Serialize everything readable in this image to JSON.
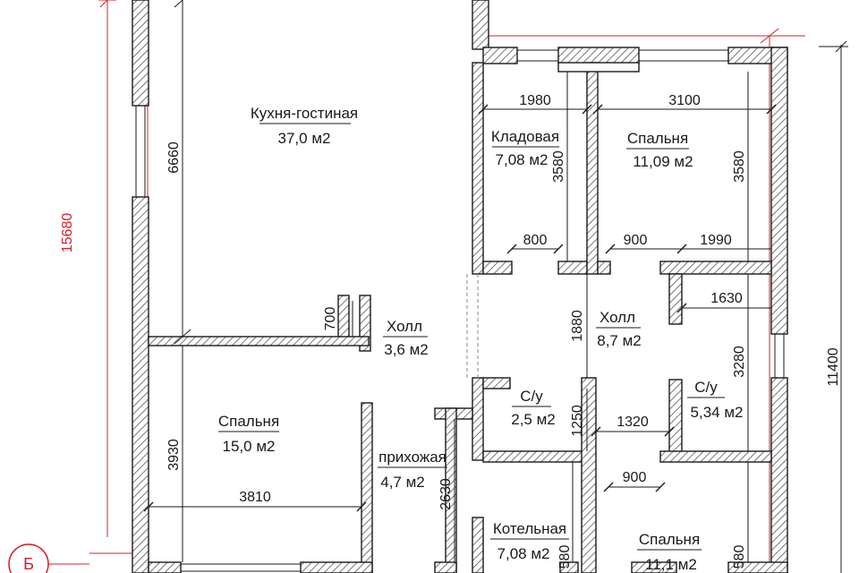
{
  "colors": {
    "wall": "#1a1a1a",
    "hatch": "#555555",
    "dim": "#1a1a1a",
    "axis": "#d4202a"
  },
  "rooms": [
    {
      "id": "kitchen",
      "name": "Кухня-гостиная",
      "area": "37,0 м2"
    },
    {
      "id": "pantry",
      "name": "Кладовая",
      "area": "7,08 м2"
    },
    {
      "id": "bedroom_ne",
      "name": "Спальня",
      "area": "11,09 м2"
    },
    {
      "id": "hall_small",
      "name": "Холл",
      "area": "3,6 м2"
    },
    {
      "id": "hall_big",
      "name": "Холл",
      "area": "8,7 м2"
    },
    {
      "id": "bedroom_w",
      "name": "Спальня",
      "area": "15,0 м2"
    },
    {
      "id": "bath1",
      "name": "С/у",
      "area": "2,5 м2"
    },
    {
      "id": "bath2",
      "name": "С/у",
      "area": "5,34 м2"
    },
    {
      "id": "entry",
      "name": "прихожая",
      "area": "4,7 м2"
    },
    {
      "id": "boiler",
      "name": "Котельная",
      "area": "7,08 м2"
    },
    {
      "id": "bedroom_se",
      "name": "Спальня",
      "area": "11,1 м2"
    }
  ],
  "dimensions": [
    {
      "id": "d1980",
      "text": "1980"
    },
    {
      "id": "d3100",
      "text": "3100"
    },
    {
      "id": "d6660",
      "text": "6660"
    },
    {
      "id": "d3580a",
      "text": "3580"
    },
    {
      "id": "d3580b",
      "text": "3580"
    },
    {
      "id": "d800",
      "text": "800"
    },
    {
      "id": "d900a",
      "text": "900"
    },
    {
      "id": "d1990",
      "text": "1990"
    },
    {
      "id": "d700",
      "text": "700"
    },
    {
      "id": "d1630",
      "text": "1630"
    },
    {
      "id": "d1880",
      "text": "1880"
    },
    {
      "id": "d3280",
      "text": "3280"
    },
    {
      "id": "d1250",
      "text": "1250"
    },
    {
      "id": "d1320",
      "text": "1320"
    },
    {
      "id": "d3930",
      "text": "3930"
    },
    {
      "id": "d900b",
      "text": "900"
    },
    {
      "id": "d2630",
      "text": "2630"
    },
    {
      "id": "d3810",
      "text": "3810"
    },
    {
      "id": "d580a",
      "text": "580"
    },
    {
      "id": "d580b",
      "text": "580"
    }
  ],
  "overall": {
    "left": "15680",
    "right": "11400"
  },
  "axis_marker": "Б"
}
